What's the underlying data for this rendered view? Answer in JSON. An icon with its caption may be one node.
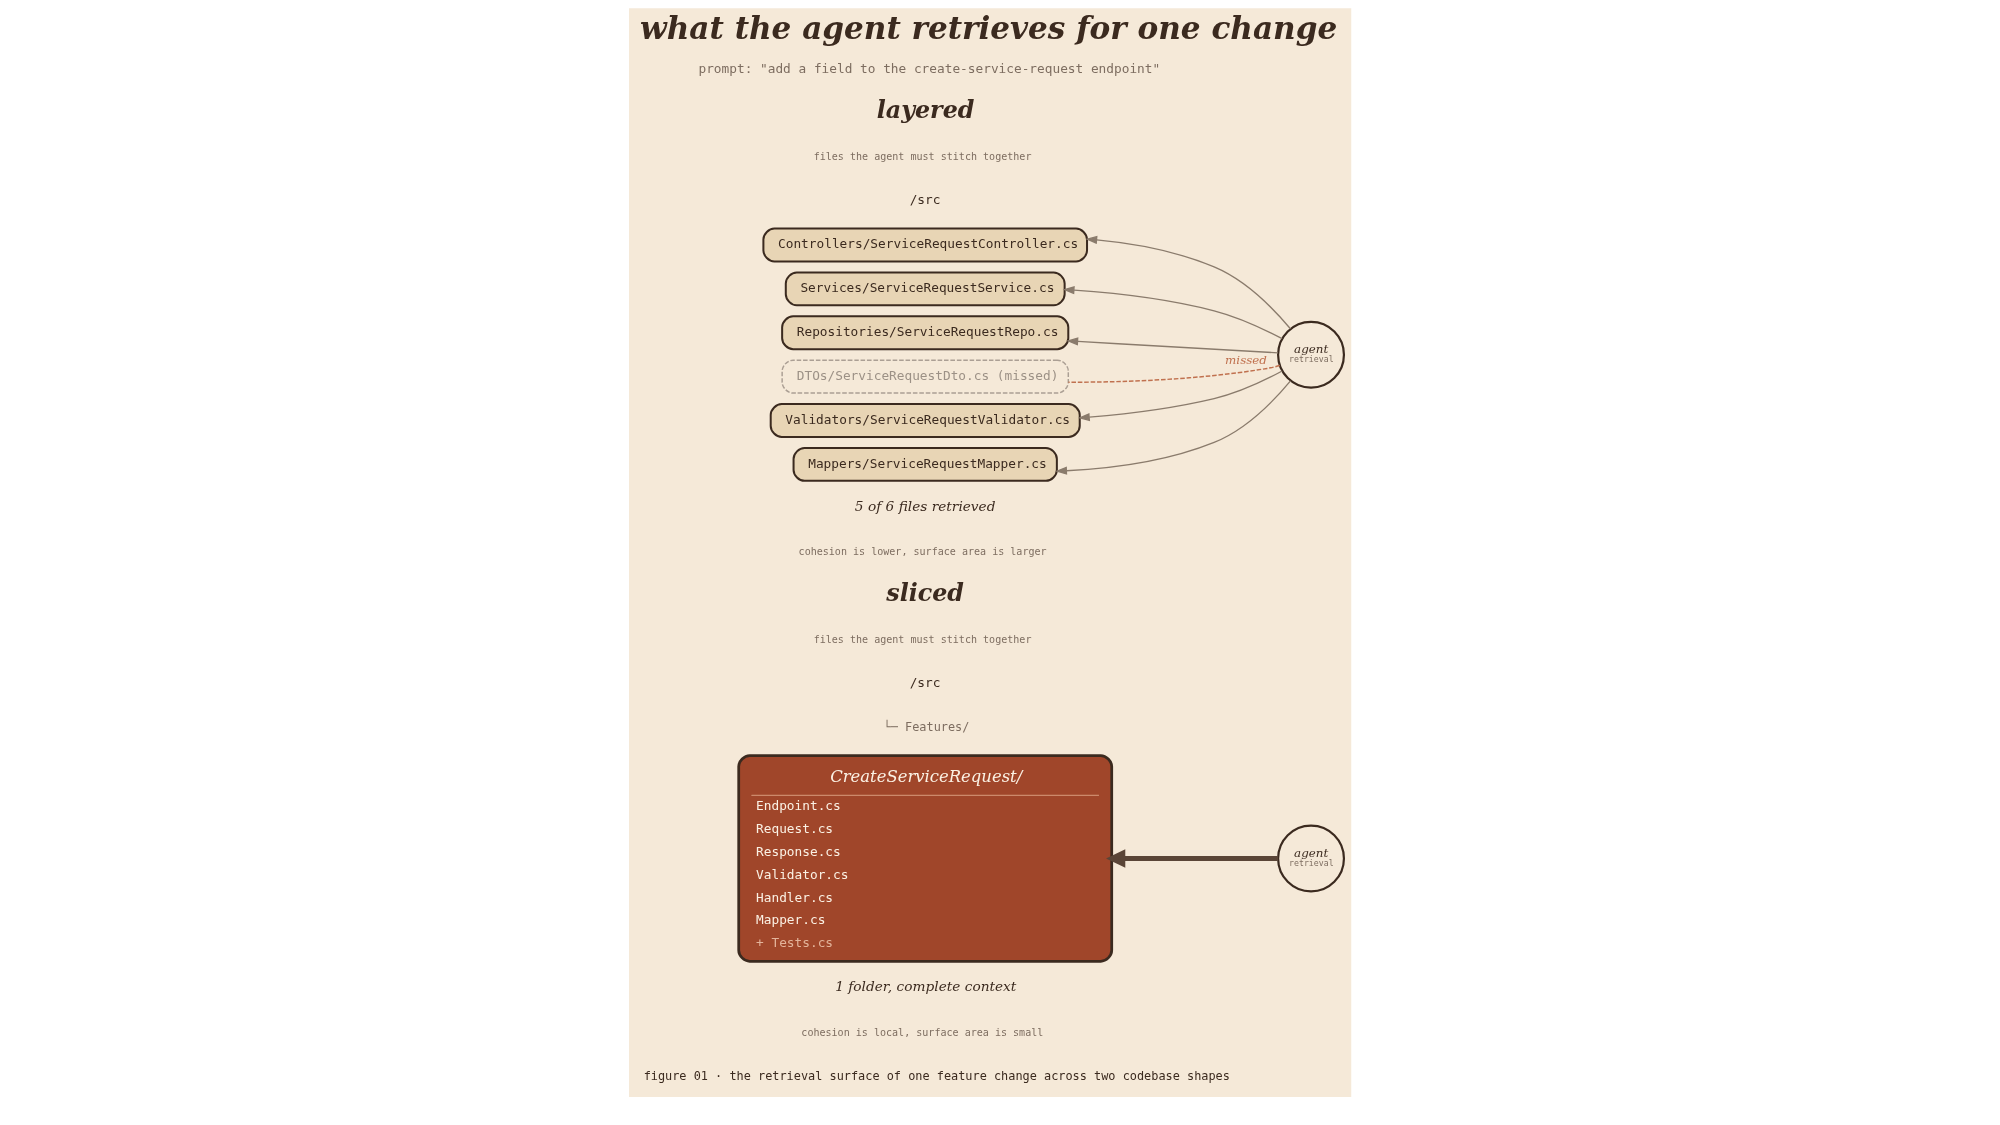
{
  "diagram": {
    "title": "what the agent retrieves for one change",
    "caption": "figure 01 · the retrieval surface of one feature change across two codebase shapes",
    "nodes": [
      {
        "text": [
          "Controllers/ServiceRequestController.cs"
        ]
      },
      {
        "text": [
          "Services/ServiceRequestService.cs"
        ]
      },
      {
        "text": [
          "Repositories/ServiceRequestRepo.cs"
        ]
      },
      {
        "text": [
          "DTOs/ServiceRequestDto.cs (missed)"
        ]
      },
      {
        "text": [
          "Validators/ServiceRequestValidator.cs"
        ]
      },
      {
        "text": [
          "Mappers/ServiceRequestMapper.cs"
        ]
      },
      {
        "text": [
          "agent",
          "retrieval"
        ]
      },
      {
        "text": [
          "CreateServiceRequest/",
          "Endpoint.cs",
          "Request.cs",
          "Response.cs",
          "Validator.cs",
          "Handler.cs",
          "Mapper.cs",
          "+ Tests.cs"
        ]
      },
      {
        "text": [
          "agent",
          "retrieval"
        ]
      }
    ],
    "edges": [
      {
        "from": 6,
        "to": 0,
        "arrow": "to"
      },
      {
        "from": 6,
        "to": 1,
        "arrow": "to"
      },
      {
        "from": 6,
        "to": 2,
        "arrow": "to"
      },
      {
        "from": 6,
        "to": 3,
        "arrow": "none",
        "style": "dashed",
        "color": "#c0714f",
        "label": "missed"
      },
      {
        "from": 6,
        "to": 4,
        "arrow": "to"
      },
      {
        "from": 6,
        "to": 5,
        "arrow": "to"
      },
      {
        "from": 8,
        "to": 7,
        "arrow": "to",
        "style": "thick",
        "color": "#5a4537"
      }
    ],
    "labels": [
      "prompt: \"add a field to the create-service-request endpoint\"",
      "layered",
      "files the agent must stitch together",
      "/src",
      "5 of 6 files retrieved",
      "cohesion is lower, surface area is larger",
      "sliced",
      "files the agent must stitch together",
      "/src",
      "└─ Features/",
      "1 folder, complete context",
      "cohesion is local, surface area is small"
    ]
  }
}
